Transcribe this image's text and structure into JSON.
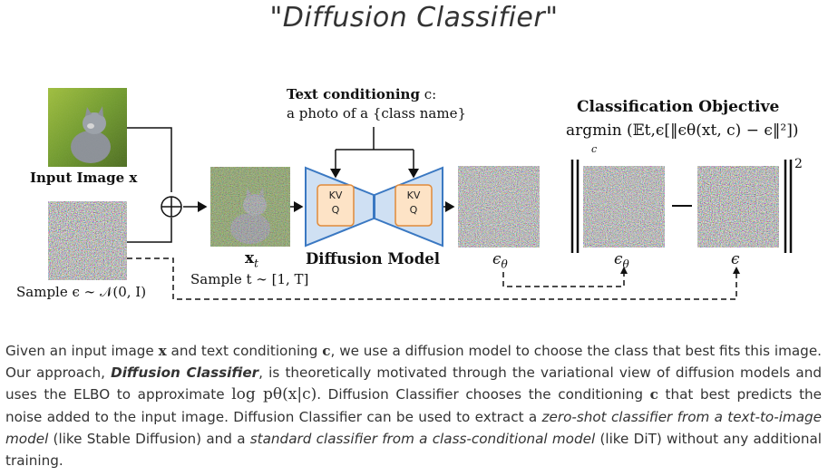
{
  "title": "\"Diffusion Classifier\"",
  "labels": {
    "input_image": "Input Image x",
    "sample_eps": "Sample ϵ ∼ 𝒩(0, I)",
    "xt": "x",
    "xt_sub": "t",
    "sample_t": "Sample t ∼ [1, T]",
    "text_cond_title": "Text conditioning",
    "text_cond_var": " c:",
    "text_cond_prompt": "a photo of a {class name}",
    "diffusion_model": "Diffusion Model",
    "kv": "KV",
    "q": "Q",
    "eps_theta": "ϵ",
    "theta_sub": "θ",
    "eps": "ϵ",
    "objective_title": "Classification Objective",
    "objective_formula": "argmin (𝔼t,ϵ[‖ϵθ(xt, c) − ϵ‖²])",
    "objective_sub": "c",
    "norm_exp": "2",
    "minus": "—"
  },
  "caption": {
    "p1": "Given an input image ",
    "x": "x",
    "p2": " and text conditioning ",
    "c": "c",
    "p3": ", we use a diffusion model to choose the class that best fits this image. Our approach, ",
    "name": "Diffusion Classifier",
    "p4": ", is theoretically motivated through the variational view of diffusion models and uses the ELBO to approximate ",
    "logp": "log pθ(x|c)",
    "p5": ". Diffusion Classifier chooses the conditioning ",
    "c2": "c",
    "p6": " that best predicts the noise added to the input image. Diffusion Classifier can be used to extract a ",
    "zs": "zero-shot classifier from a text-to-image model",
    "p7": " (like Stable Diffusion) and a ",
    "std": "standard classifier from a class-conditional model",
    "p8": " (like DiT) without any additional training."
  },
  "colors": {
    "unet_fill": "#cfe0f3",
    "unet_stroke": "#3a78c2",
    "attn_fill": "#fde3c6",
    "attn_stroke": "#e08a3a",
    "line": "#111111"
  }
}
